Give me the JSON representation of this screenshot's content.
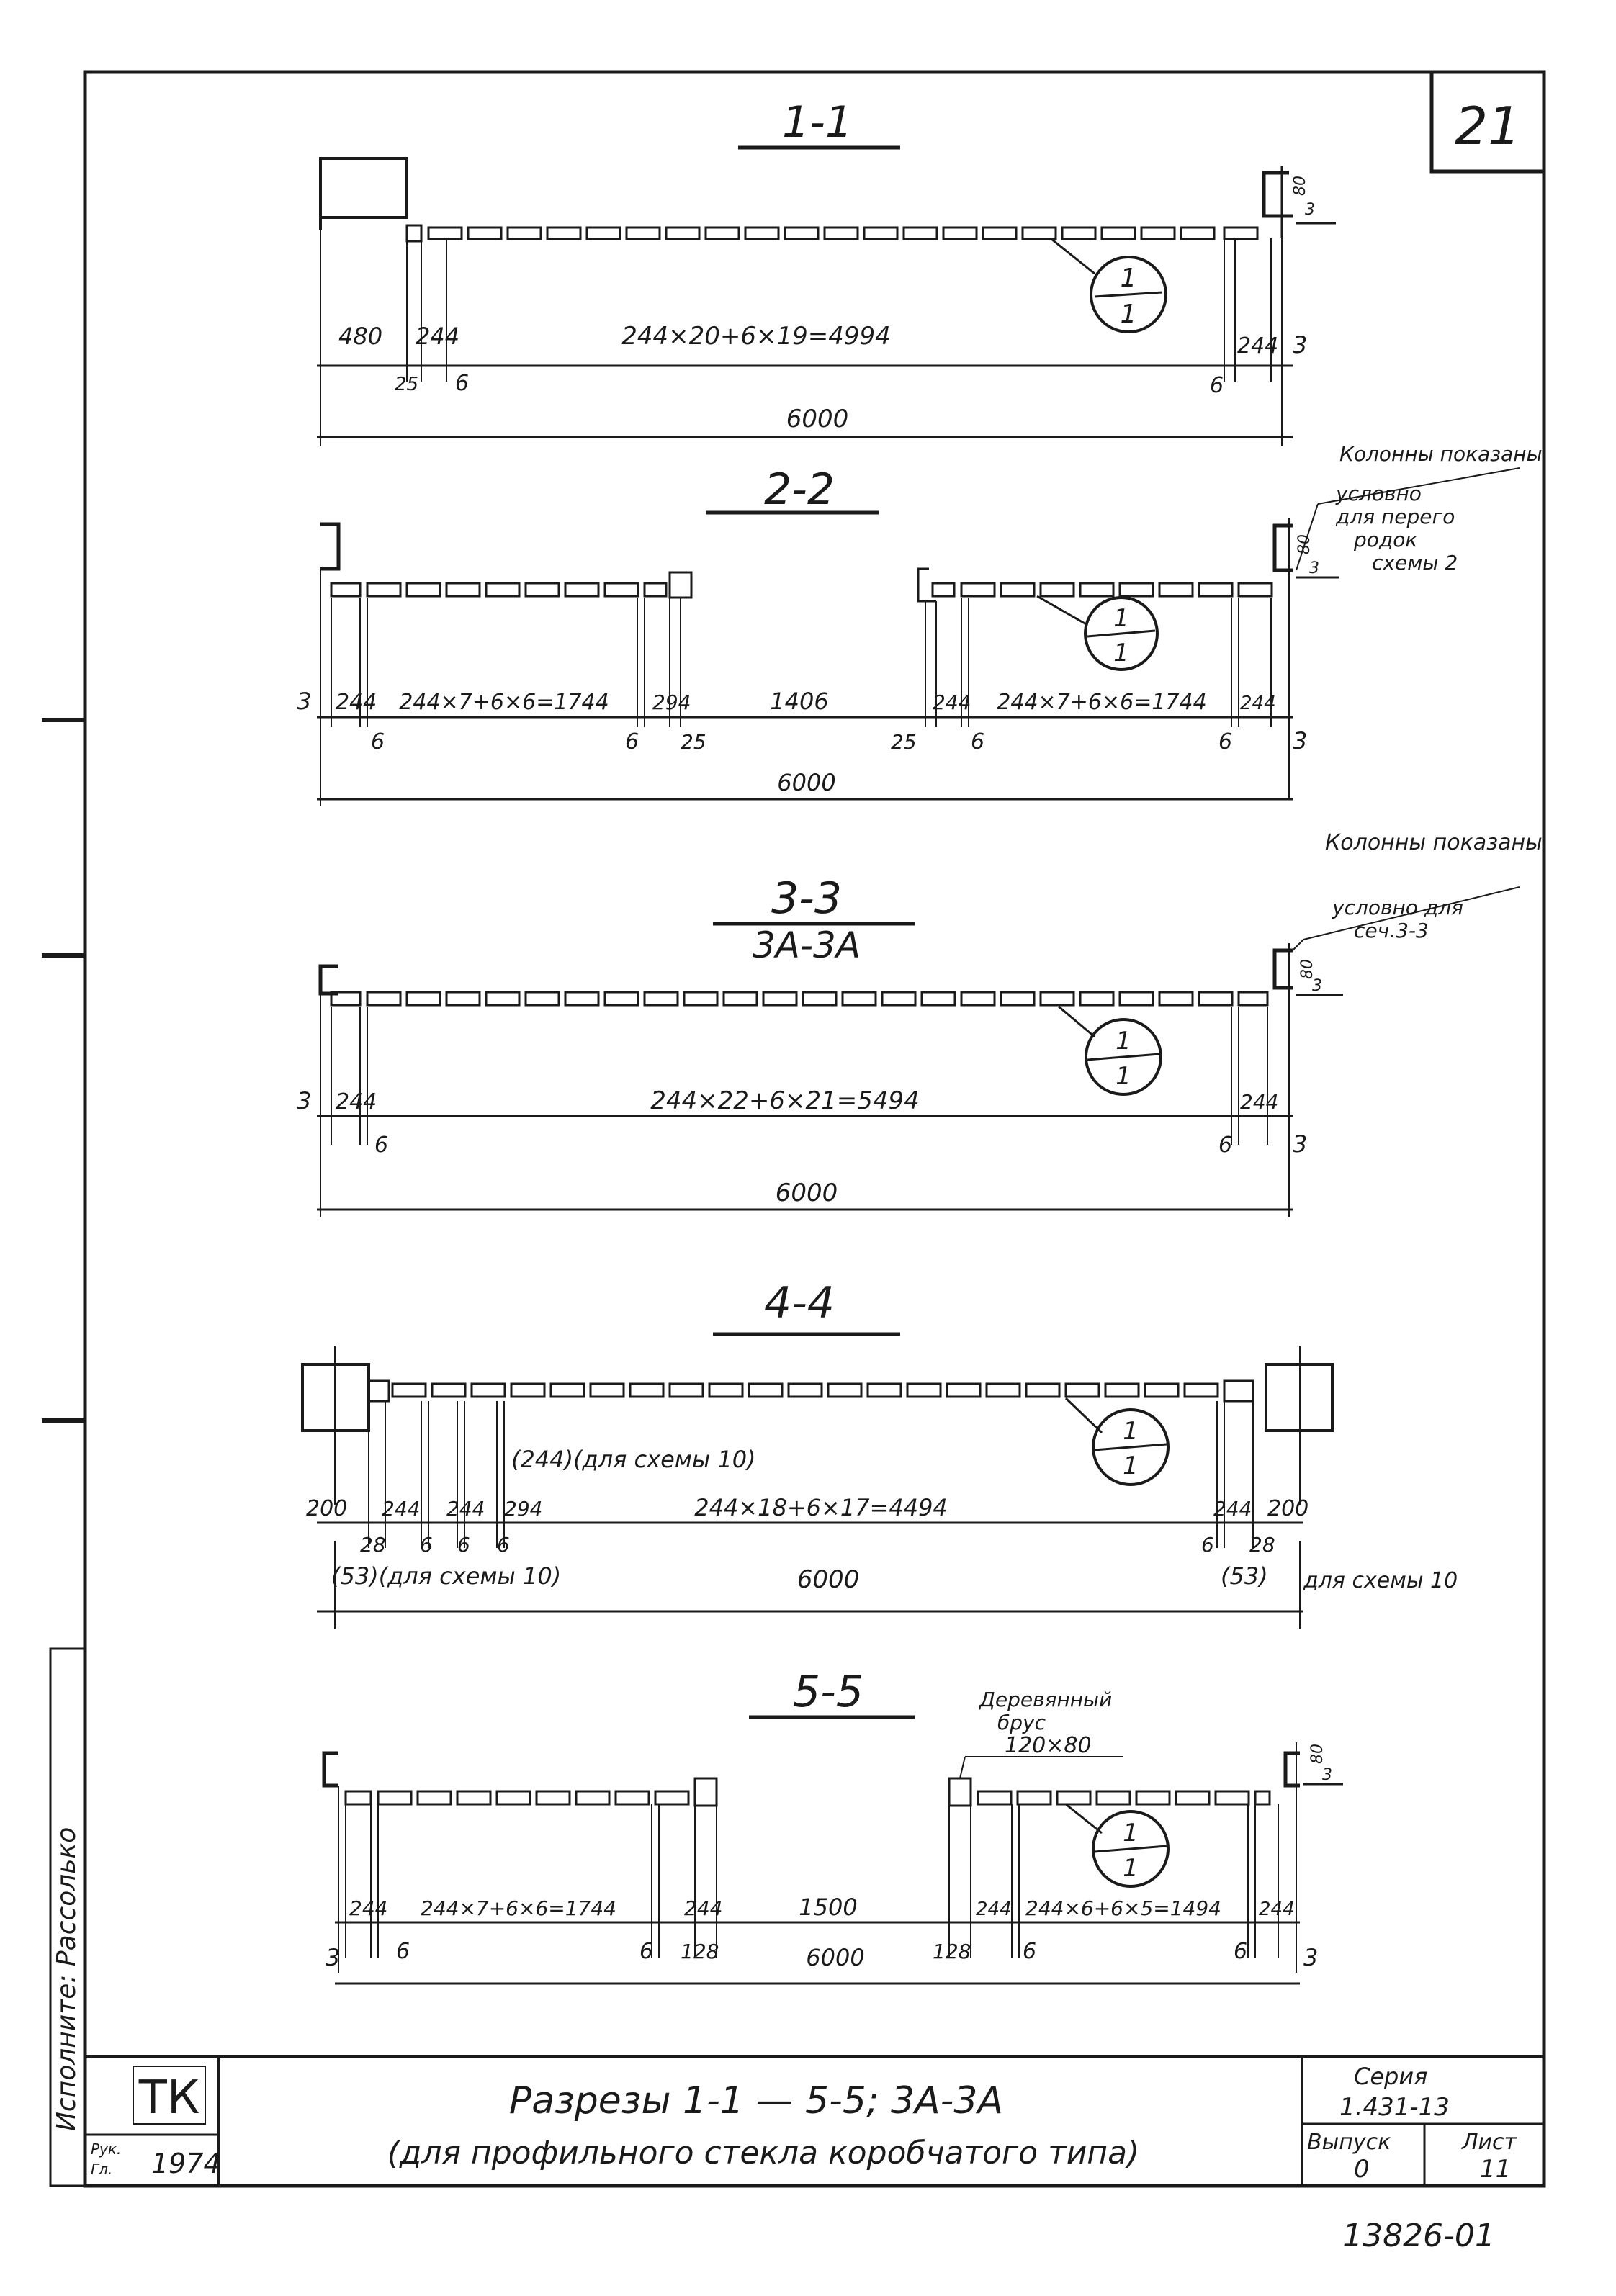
{
  "sheet_number": "21",
  "sections": {
    "s1": {
      "title": "1-1",
      "formula": "244×20+6×19=4994",
      "dims": {
        "left": "480",
        "w1": "244",
        "gap_left": "25",
        "six_left": "6",
        "six_right": "6",
        "w_right": "244",
        "three_right": "3",
        "total": "6000"
      },
      "glass_mark_num": "1",
      "glass_mark_den": "1",
      "col_dim": "80",
      "col_dim_small": "3"
    },
    "s2": {
      "title": "2-2",
      "formula_left": "244×7+6×6=1744",
      "formula_right": "244×7+6×6=1744",
      "dims": {
        "three_left": "3",
        "w1": "244",
        "six1": "6",
        "six2": "6",
        "d294": "294",
        "d25a": "25",
        "middle": "1406",
        "d25b": "25",
        "w2": "244",
        "six3": "6",
        "six4": "6",
        "w3": "244",
        "three_right": "3",
        "total": "6000"
      },
      "glass_mark_num": "1",
      "glass_mark_den": "1",
      "col_dim": "80",
      "col_dim_small": "3",
      "note_title": "Колонны показаны",
      "note_lines": [
        "условно",
        "для перего",
        "родок",
        "схемы 2"
      ]
    },
    "s3": {
      "title": "3-3",
      "subtitle": "3А-3А",
      "formula": "244×22+6×21=5494",
      "dims": {
        "three_left": "3",
        "w1": "244",
        "six_left": "6",
        "six_right": "6",
        "w_right": "244",
        "three_right": "3",
        "total": "6000"
      },
      "glass_mark_num": "1",
      "glass_mark_den": "1",
      "col_dim": "80",
      "col_dim_small": "3",
      "note_title": "Колонны показаны",
      "note_lines": [
        "условно для",
        "сеч.3-3"
      ]
    },
    "s4": {
      "title": "4-4",
      "formula": "244×18+6×17=4494",
      "alt_note": "(244)(для схемы 10)",
      "dims": {
        "left": "200",
        "w1": "244",
        "w2": "244",
        "d294": "294",
        "d28a": "28",
        "six1": "6",
        "six2": "6",
        "six3": "6",
        "six4": "6",
        "w_right": "244",
        "right": "200",
        "d28b": "28",
        "total": "6000"
      },
      "alt_left": "(53)(для схемы 10)",
      "alt_right_val": "(53)",
      "alt_right_text": "для схемы 10",
      "glass_mark_num": "1",
      "glass_mark_den": "1"
    },
    "s5": {
      "title": "5-5",
      "formula_left": "244×7+6×6=1744",
      "formula_right": "244×6+6×5=1494",
      "dims": {
        "three_left": "3",
        "w1": "244",
        "six1": "6",
        "six2": "6",
        "w2": "244",
        "d128a": "128",
        "middle": "1500",
        "d128b": "128",
        "w3": "244",
        "six3": "6",
        "six4": "6",
        "w4": "244",
        "three_right": "3",
        "total": "6000"
      },
      "glass_mark_num": "1",
      "glass_mark_den": "1",
      "col_dim": "80",
      "col_dim_small": "3",
      "note_lines": [
        "Деревянный",
        "брус",
        "120×80"
      ]
    }
  },
  "side_stamp": "Исполните: Рассолько",
  "title_block": {
    "logo": "ТК",
    "year": "1974",
    "title_line1": "Разрезы 1-1 — 5-5; 3А-3А",
    "title_line2": "(для профильного стекла коробчатого типа)",
    "series_label": "Серия",
    "series_value": "1.431-13",
    "issue_label": "Выпуск",
    "issue_value": "0",
    "sheet_label": "Лист",
    "sheet_value": "11",
    "side_small_1": "Рук.",
    "side_small_2": "Гл."
  },
  "drawing_number": "13826-01"
}
